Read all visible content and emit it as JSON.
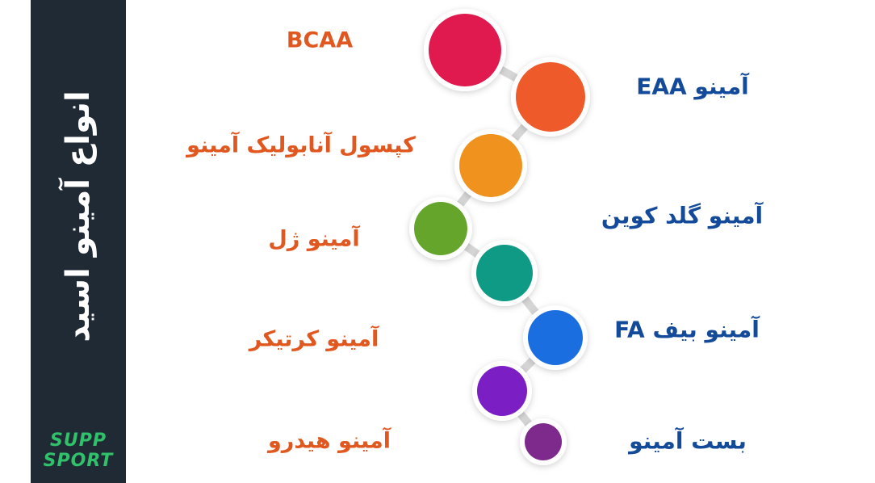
{
  "sidebar": {
    "title": "انواع آمینو اسید",
    "background": "#1f2a35",
    "logo": {
      "line1": "SUPP",
      "line2": "SPORT",
      "color": "#30c26b"
    }
  },
  "labels_left": [
    {
      "text": "BCAA"
    },
    {
      "text": "کپسول آنابولیک آمینو"
    },
    {
      "text": "آمینو ژل"
    },
    {
      "text": "آمینو کرتیکر"
    },
    {
      "text": "آمینو هیدرو"
    }
  ],
  "labels_right": [
    {
      "text": "آمینو EAA"
    },
    {
      "text": "آمینو گلد کوین"
    },
    {
      "text": "آمینو بیف FA"
    },
    {
      "text": "بست آمینو"
    }
  ],
  "colors": {
    "left_label": "#e0571f",
    "right_label": "#134a9a",
    "nodes": [
      "#e01a4f",
      "#ef5a2a",
      "#f0921e",
      "#66a52c",
      "#0f9a86",
      "#1a6ee0",
      "#7b1fc4",
      "#7d2a8c"
    ],
    "connector": "#d6d6d6"
  }
}
